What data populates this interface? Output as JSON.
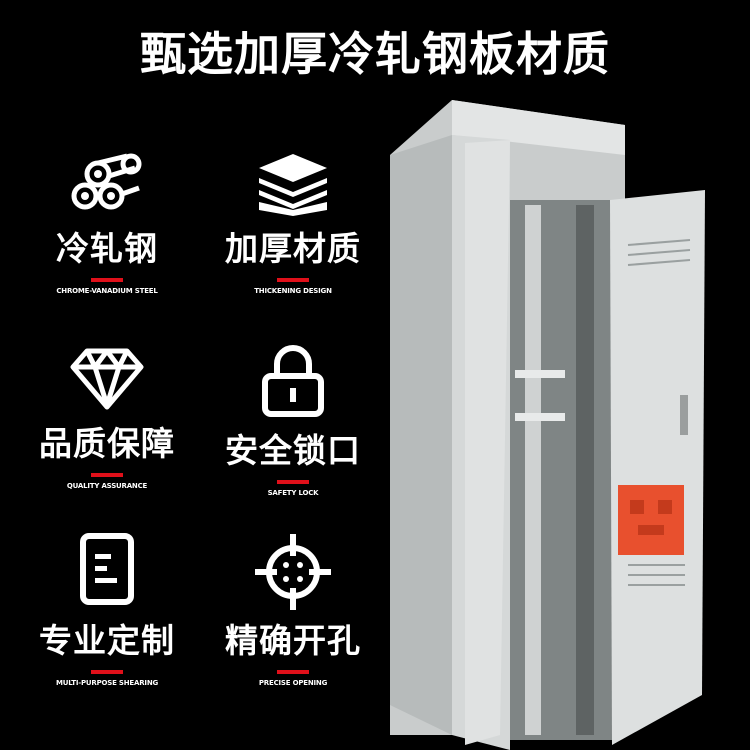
{
  "title": "甄选加厚冷轧钢板材质",
  "features": [
    {
      "icon": "steel-rolls-icon",
      "title": "冷轧钢",
      "subtitle": "CHROME-VANADIUM STEEL"
    },
    {
      "icon": "stacked-layers-icon",
      "title": "加厚材质",
      "subtitle": "THICKENING DESIGN"
    },
    {
      "icon": "diamond-icon",
      "title": "品质保障",
      "subtitle": "QUALITY ASSURANCE"
    },
    {
      "icon": "padlock-icon",
      "title": "安全锁口",
      "subtitle": "SAFETY LOCK"
    },
    {
      "icon": "document-icon",
      "title": "专业定制",
      "subtitle": "MULTI-PURPOSE SHEARING"
    },
    {
      "icon": "crosshair-icon",
      "title": "精确开孔",
      "subtitle": "PRECISE OPENING"
    }
  ],
  "colors": {
    "accent": "#e0101a",
    "background": "#000000",
    "cabinet": "#d9dcdc",
    "bracket": "#e8502e"
  }
}
